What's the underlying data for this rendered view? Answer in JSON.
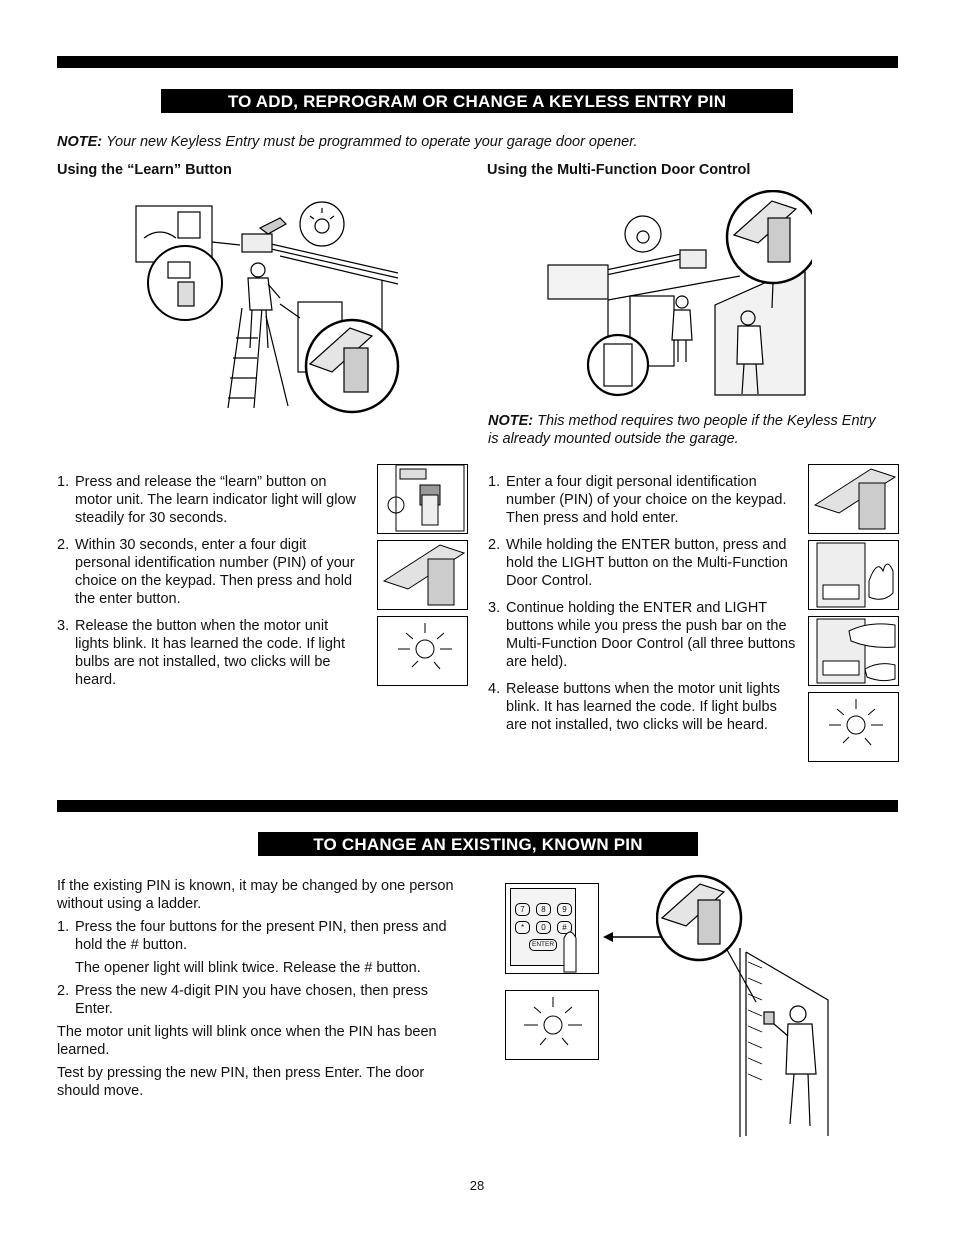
{
  "section1": {
    "title": "TO ADD, REPROGRAM OR CHANGE A KEYLESS ENTRY PIN",
    "note_label": "NOTE:",
    "note_text": "Your new Keyless Entry must be programmed to operate your garage door opener.",
    "left_heading": "Using the “Learn” Button",
    "right_heading": "Using the Multi-Function Door Control",
    "right_note_label": "NOTE:",
    "right_note_text": "This method requires two people if the Keyless Entry is already mounted outside the garage.",
    "left_steps": [
      {
        "num": "1.",
        "text": "Press and release the “learn” button on motor unit. The learn indicator light will glow steadily for 30 seconds."
      },
      {
        "num": "2.",
        "text": "Within 30 seconds, enter a four digit personal identification number (PIN) of your choice on the keypad. Then press and hold the enter button."
      },
      {
        "num": "3.",
        "text": "Release the button when the motor unit lights blink. It has learned the code. If light bulbs are not installed, two clicks will be heard."
      }
    ],
    "right_steps": [
      {
        "num": "1.",
        "text": "Enter a four digit personal identification number (PIN) of your choice on the keypad. Then press and hold enter."
      },
      {
        "num": "2.",
        "text": "While holding the ENTER button, press and hold the LIGHT button on the Multi-Function Door Control."
      },
      {
        "num": "3.",
        "text": "Continue holding the ENTER and LIGHT buttons while you press the push bar on the Multi-Function Door Control (all three buttons are held)."
      },
      {
        "num": "4.",
        "text": "Release buttons when the motor unit lights blink. It has learned the code. If light bulbs are not installed, two clicks will be heard."
      }
    ]
  },
  "section2": {
    "title": "TO CHANGE AN EXISTING, KNOWN PIN",
    "intro": "If the existing PIN is known, it may be changed by one person without using a ladder.",
    "steps": [
      {
        "num": "1.",
        "text": "Press the four buttons for the present PIN, then press and hold the # button."
      },
      {
        "num": "",
        "text": "The opener light will blink twice. Release the # button."
      },
      {
        "num": "2.",
        "text": "Press the new 4-digit PIN you have chosen, then press Enter."
      }
    ],
    "after1": "The motor unit lights will blink once when the PIN has been learned.",
    "after2": "Test by pressing the new PIN, then press Enter. The door should move.",
    "keypad_keys": [
      "7",
      "8",
      "9",
      "*",
      "0",
      "#"
    ],
    "keypad_enter": "ENTER"
  },
  "page_number": "28",
  "icons": [
    "light-bulb-icon",
    "keyless-keypad-icon",
    "motor-unit-icon",
    "door-control-icon",
    "hand-icon"
  ]
}
